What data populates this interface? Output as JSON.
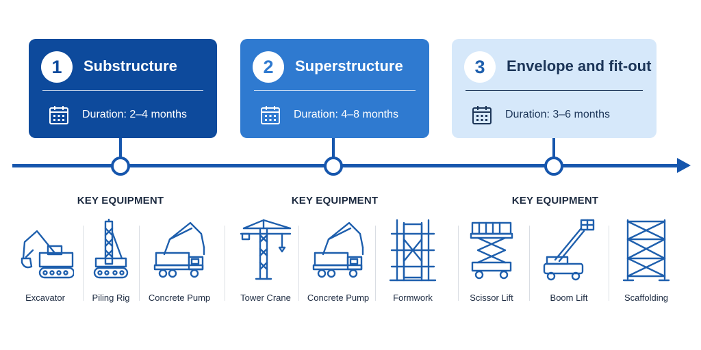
{
  "phases": [
    {
      "number": "1",
      "title": "Substructure",
      "duration": "Duration: 2–4 months"
    },
    {
      "number": "2",
      "title": "Superstructure",
      "duration": "Duration: 4–8 months"
    },
    {
      "number": "3",
      "title": "Envelope and fit-out",
      "duration": "Duration: 3–6 months"
    }
  ],
  "key_equipment_label": "KEY EQUIPMENT",
  "equipment": [
    {
      "label": "Excavator",
      "icon": "excavator-icon"
    },
    {
      "label": "Piling Rig",
      "icon": "piling-rig-icon"
    },
    {
      "label": "Concrete Pump",
      "icon": "concrete-pump-icon"
    },
    {
      "label": "Tower Crane",
      "icon": "tower-crane-icon"
    },
    {
      "label": "Concrete Pump",
      "icon": "concrete-pump-icon"
    },
    {
      "label": "Formwork",
      "icon": "formwork-icon"
    },
    {
      "label": "Scissor Lift",
      "icon": "scissor-lift-icon"
    },
    {
      "label": "Boom Lift",
      "icon": "boom-lift-icon"
    },
    {
      "label": "Scaffolding",
      "icon": "scaffolding-icon"
    }
  ],
  "colors": {
    "phase1": "#0d4a9c",
    "phase2": "#2f7ad0",
    "phase3": "#d6e8fa",
    "timeline": "#1656ad",
    "icon": "#1e5fad"
  }
}
